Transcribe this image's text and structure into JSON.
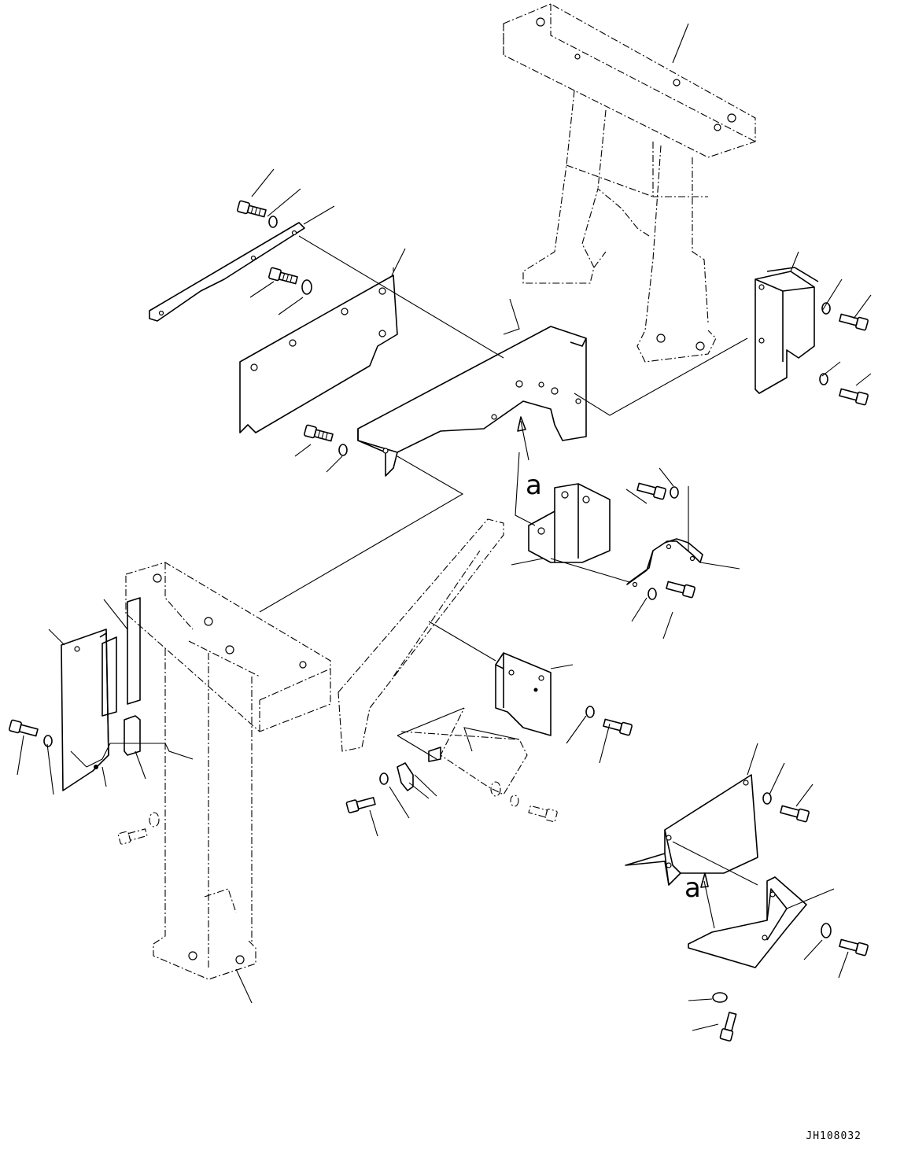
{
  "figure": {
    "view_labels": {
      "upper": "a",
      "lower": "a"
    },
    "drawing_code": "JH108032"
  },
  "colors": {
    "line": "#000000",
    "background": "#ffffff"
  }
}
